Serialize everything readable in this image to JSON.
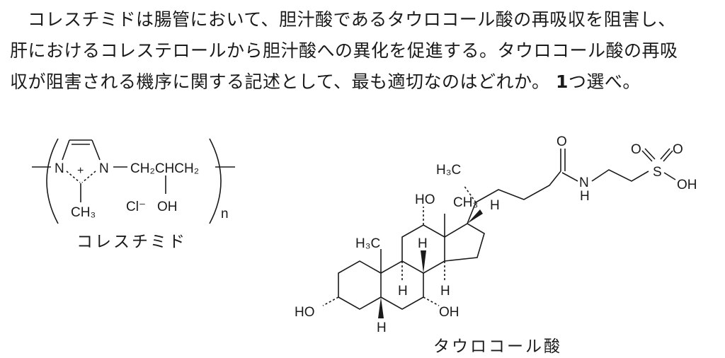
{
  "question": {
    "line1": "コレスチミドは腸管において、胆汁酸であるタウロコール酸の再吸収を阻害し、",
    "line2": "肝におけるコレステロールから胆汁酸への異化を促進する。タウロコール酸の再吸",
    "line3_a": "収が阻害される機序に関する記述として、最も適切なのはどれか。",
    "line3_num": "1",
    "line3_b": "つ選べ。"
  },
  "colestimide": {
    "caption": "コレスチミド",
    "labels": {
      "n1": "N",
      "n2": "N",
      "plus": "+",
      "chain": "CH₂CHCH₂",
      "methyl": "CH₃",
      "chloride": "Cl⁻",
      "hydroxyl": "OH",
      "repeat": "n"
    }
  },
  "taurocholic_acid": {
    "caption": "タウロコール酸",
    "labels": {
      "o_carbonyl": "O",
      "nh_n": "N",
      "nh_h": "H",
      "so3_o1": "O",
      "so3_o2": "O",
      "so3_s": "S",
      "so3_oh": "OH",
      "methyl_side": "H₃C",
      "ho12": "HO",
      "ch3_c18": "CH₃",
      "h17": "H",
      "h3c_c19": "H₃C",
      "h9": "H",
      "h8": "H",
      "h14": "H",
      "ho3": "HO",
      "oh7": "OH",
      "h5": "H"
    }
  }
}
